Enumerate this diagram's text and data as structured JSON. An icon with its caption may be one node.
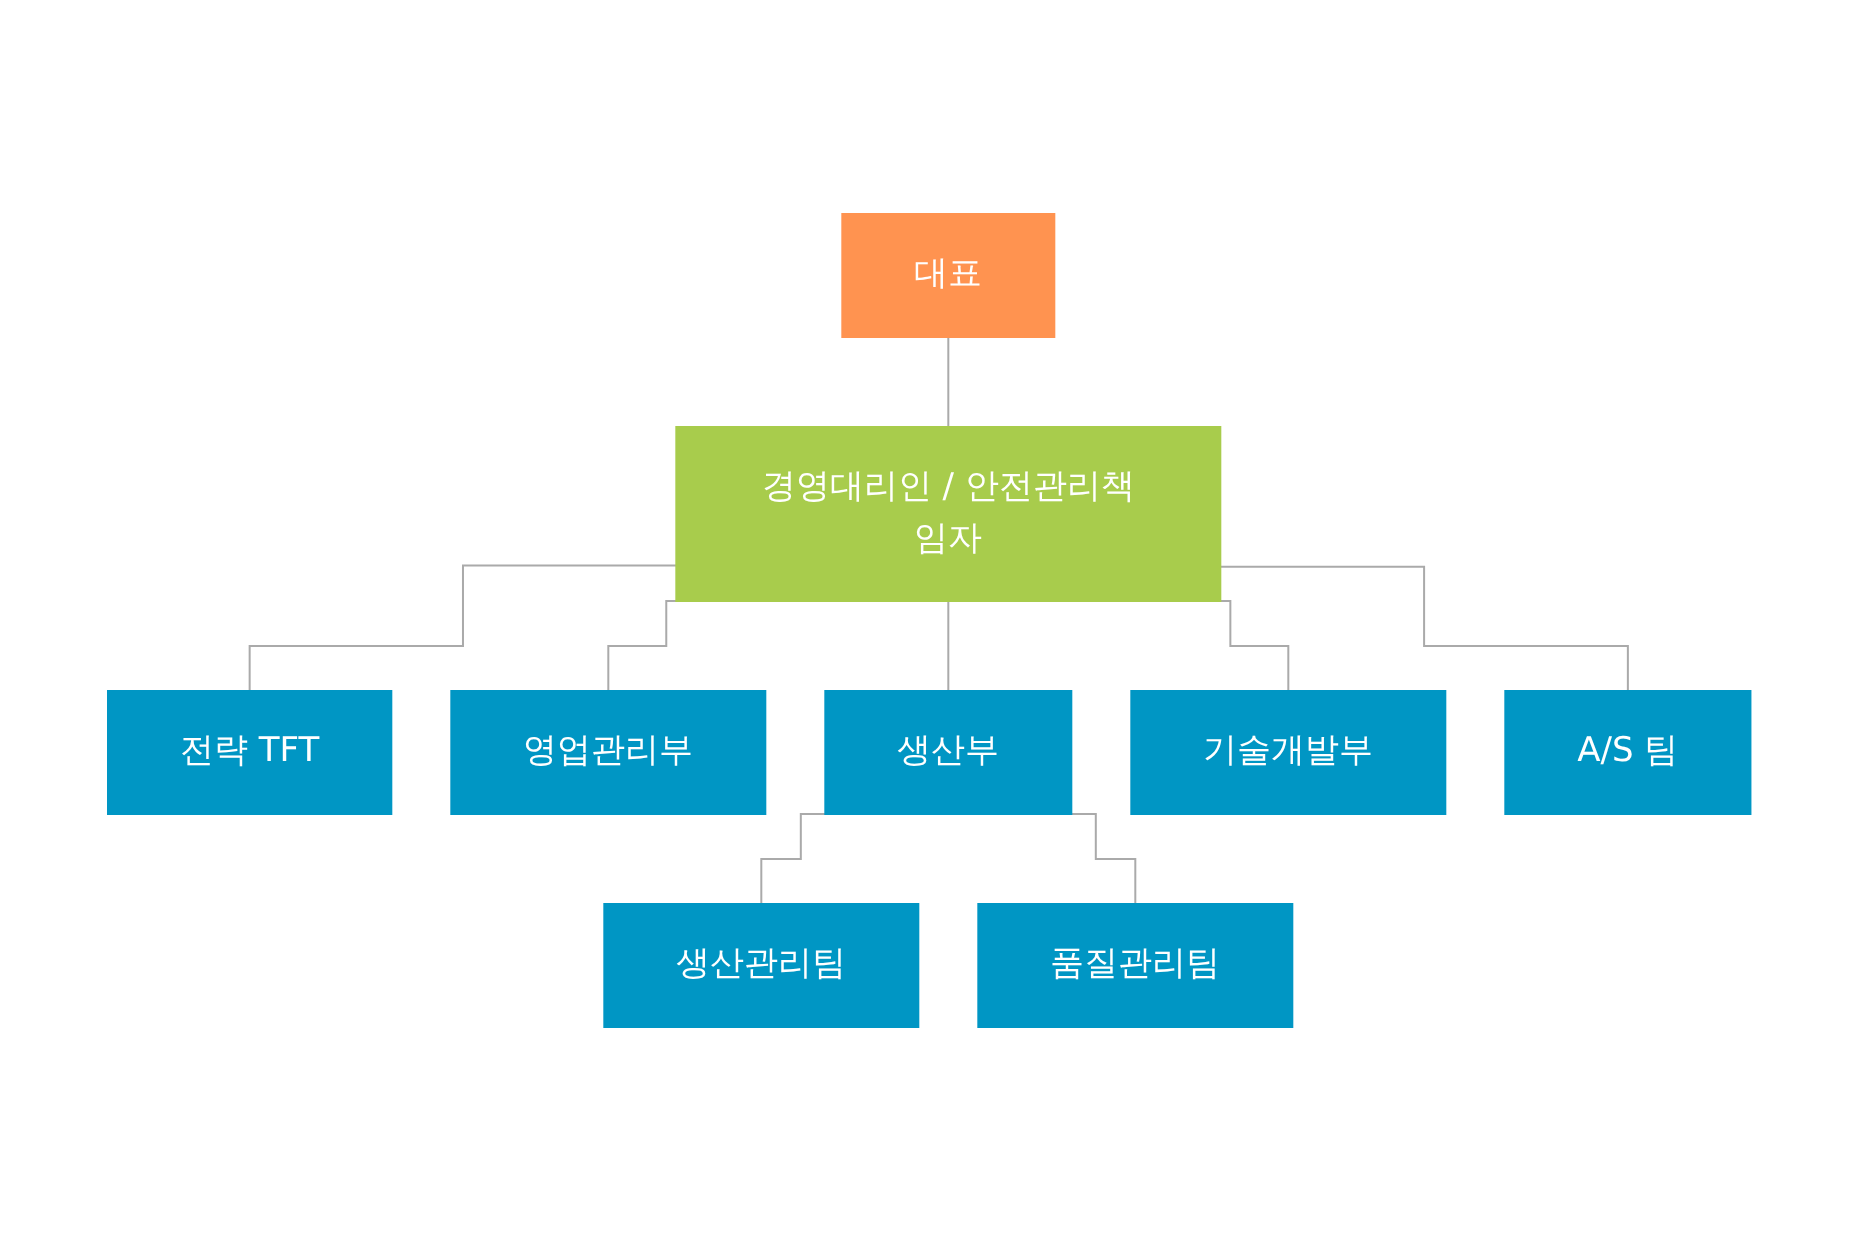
{
  "diagram": {
    "nodes": [
      {
        "text": [
          "대표"
        ]
      },
      {
        "text": [
          "경영대리인 / 안전관리책임자"
        ]
      },
      {
        "text": [
          "전략 TFT"
        ]
      },
      {
        "text": [
          "영업관리부"
        ]
      },
      {
        "text": [
          "생산부"
        ]
      },
      {
        "text": [
          "기술개발부"
        ]
      },
      {
        "text": [
          "A/S 팀"
        ]
      },
      {
        "text": [
          "생산관리팀"
        ]
      },
      {
        "text": [
          "품질관리팀"
        ]
      }
    ],
    "edges": [
      {
        "from": 0,
        "to": 1,
        "arrow": "none"
      },
      {
        "from": 1,
        "to": 2,
        "arrow": "none"
      },
      {
        "from": 1,
        "to": 3,
        "arrow": "none"
      },
      {
        "from": 1,
        "to": 4,
        "arrow": "none"
      },
      {
        "from": 1,
        "to": 5,
        "arrow": "none"
      },
      {
        "from": 1,
        "to": 6,
        "arrow": "none"
      },
      {
        "from": 4,
        "to": 7,
        "arrow": "none"
      },
      {
        "from": 4,
        "to": 8,
        "arrow": "none"
      }
    ]
  }
}
